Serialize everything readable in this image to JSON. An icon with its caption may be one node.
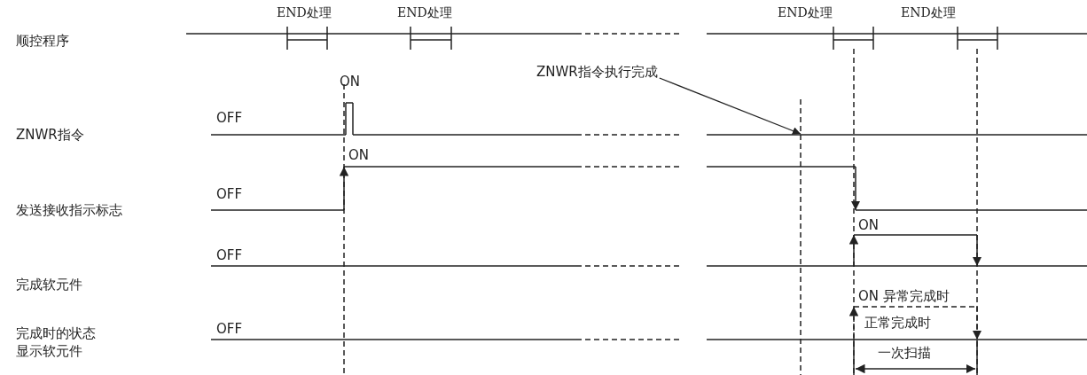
{
  "diagram": {
    "nodes": [
      {
        "text": [
          "ZNWR指令执行完成"
        ]
      },
      {
        "text": [],
        "shape": "line"
      }
    ],
    "edges": [
      {
        "from": 0,
        "to": 1,
        "arrow": "to"
      }
    ],
    "labels": [
      "END处理",
      "END处理",
      "END处理",
      "END处理",
      "顺控程序",
      "ON",
      "OFF",
      "ZNWR指令",
      "ON",
      "OFF",
      "发送接收指示标志",
      "ON",
      "OFF",
      "完成软元件",
      "ON",
      "异常完成时",
      "正常完成时",
      "OFF",
      "完成时的状态显示软元件",
      "一次扫描"
    ]
  }
}
